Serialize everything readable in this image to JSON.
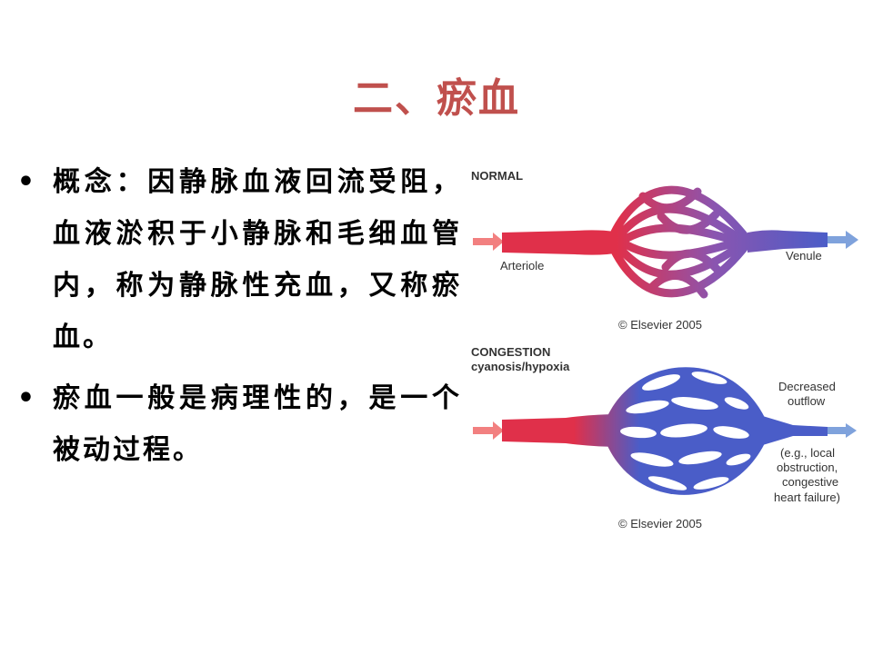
{
  "title": "二、瘀血",
  "bullets": [
    "概念：因静脉血液回流受阻，血液淤积于小静脉和毛细血管内，称为静脉性充血，又称瘀血。",
    "瘀血一般是病理性的，是一个被动过程。"
  ],
  "figure": {
    "normal": {
      "heading": "NORMAL",
      "arteriole_label": "Arteriole",
      "venule_label": "Venule",
      "copyright": "© Elsevier 2005"
    },
    "congestion": {
      "heading": "CONGESTION",
      "subheading": "cyanosis/hypoxia",
      "outflow_line1": "Decreased",
      "outflow_line2": "outflow",
      "cause_line1": "(e.g., local",
      "cause_line2": "obstruction,",
      "cause_line3": "congestive",
      "cause_line4": "heart failure)",
      "copyright": "© Elsevier 2005"
    },
    "colors": {
      "arterial": "#e0304a",
      "venous": "#4a5dc8",
      "venous_dark": "#3d4fb8",
      "arrow_in": "#f28080",
      "arrow_out": "#7fa2dc"
    }
  }
}
